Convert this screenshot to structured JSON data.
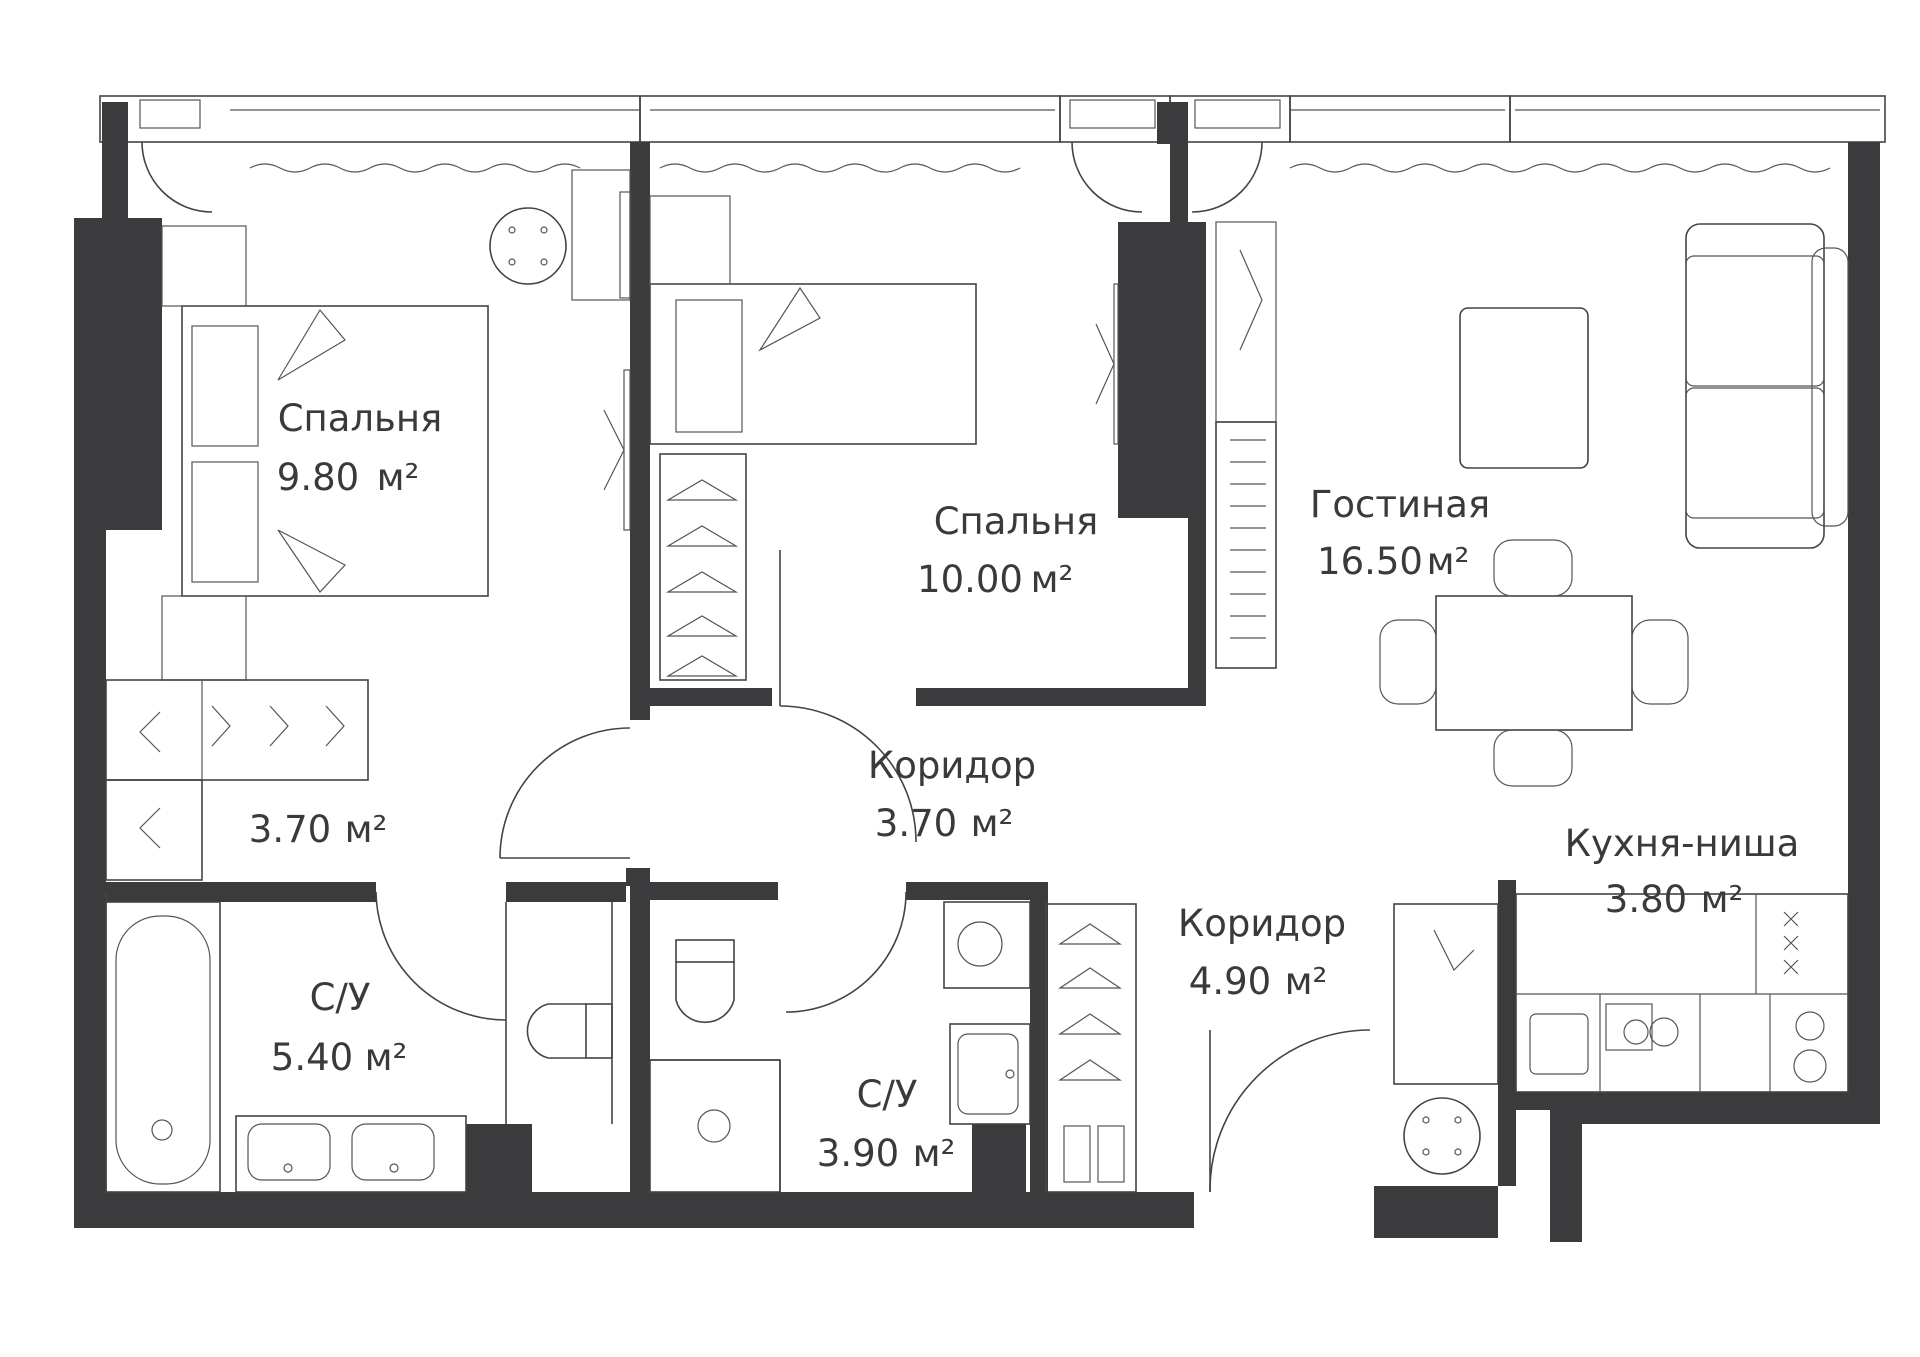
{
  "unit": "м²",
  "rooms": [
    {
      "id": "bedroom-1",
      "name": "Спальня",
      "area": "9.80"
    },
    {
      "id": "bedroom-2",
      "name": "Спальня",
      "area": "10.00"
    },
    {
      "id": "living-room",
      "name": "Гостиная",
      "area": "16.50"
    },
    {
      "id": "wardrobe",
      "name": "",
      "area": "3.70"
    },
    {
      "id": "corridor-1",
      "name": "Коридор",
      "area": "3.70"
    },
    {
      "id": "kitchen-niche",
      "name": "Кухня-ниша",
      "area": "3.80"
    },
    {
      "id": "corridor-2",
      "name": "Коридор",
      "area": "4.90"
    },
    {
      "id": "bathroom-1",
      "name": "С/У",
      "area": "5.40"
    },
    {
      "id": "bathroom-2",
      "name": "С/У",
      "area": "3.90"
    }
  ],
  "colors": {
    "wall": "#3b3b3d",
    "line": "#444444",
    "background": "#ffffff"
  }
}
